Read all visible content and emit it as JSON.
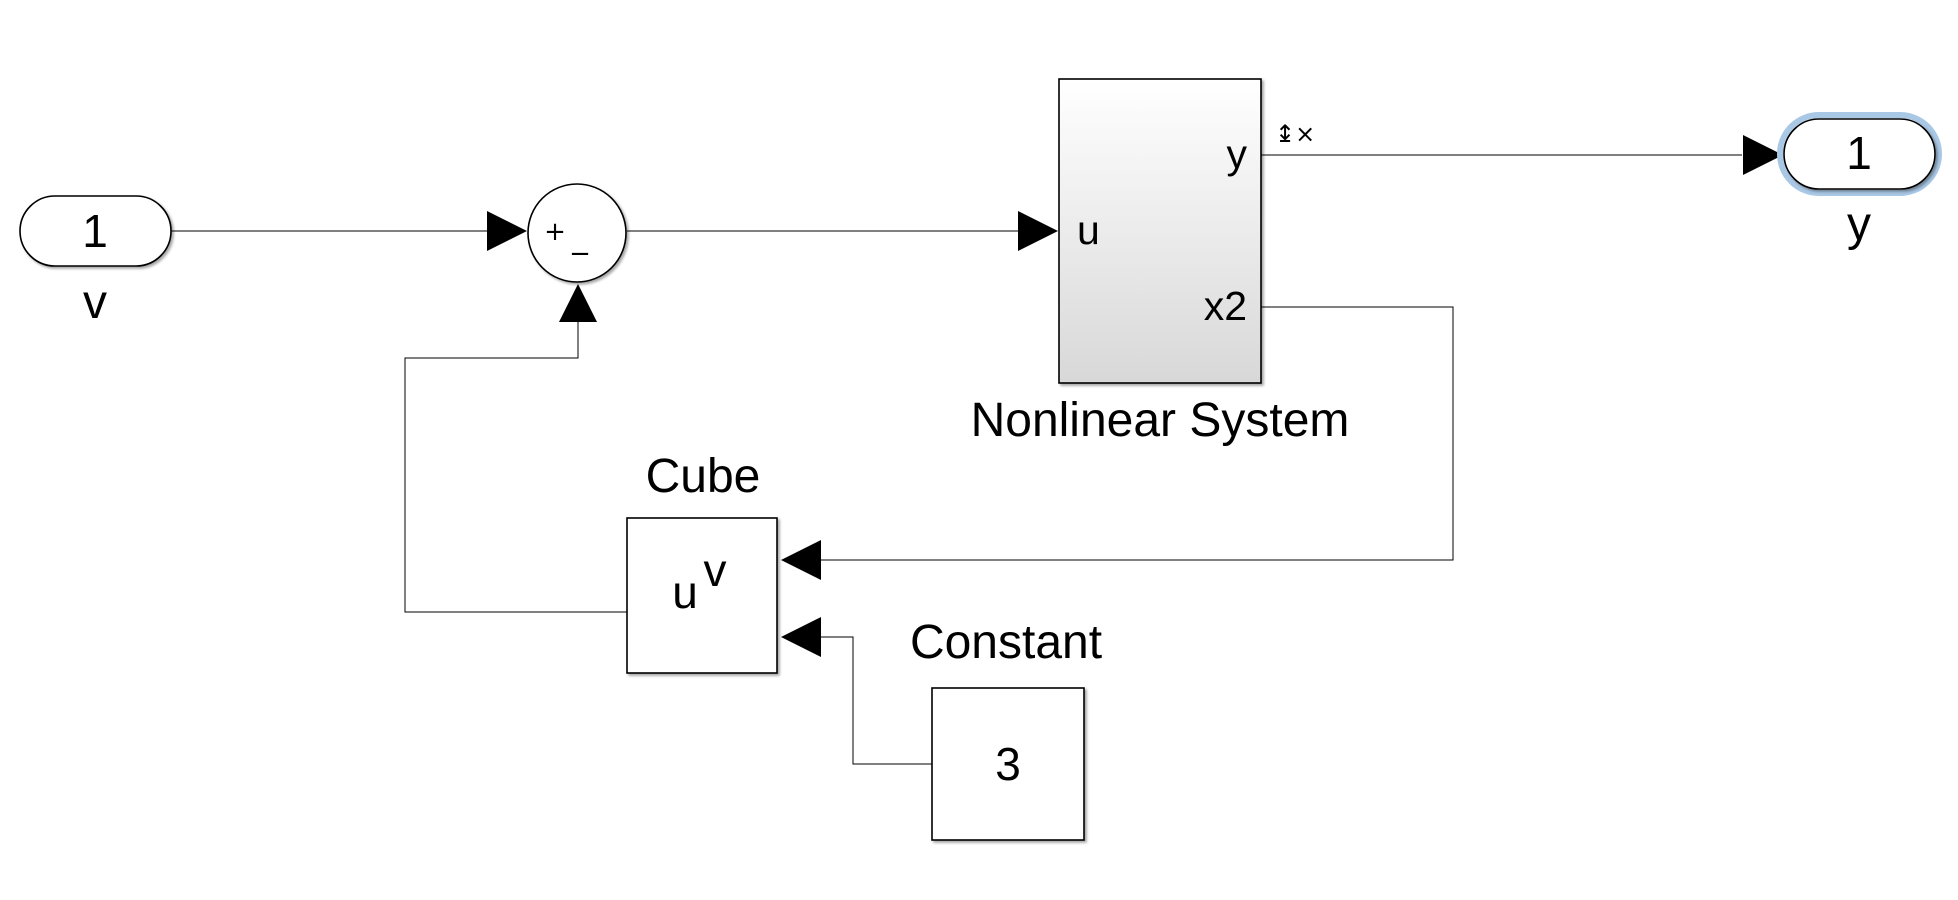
{
  "inport": {
    "number": "1",
    "name": "v"
  },
  "sum": {
    "signs": [
      "+",
      "−"
    ]
  },
  "subsystem": {
    "name": "Nonlinear System",
    "input_port": "u",
    "output_ports": [
      "y",
      "x2"
    ]
  },
  "outport": {
    "number": "1",
    "name": "y"
  },
  "cube": {
    "name": "Cube",
    "base": "u",
    "exponent": "v"
  },
  "constant": {
    "name": "Constant",
    "value": "3"
  },
  "signal_badge": {
    "icon": "signal-logging-icon",
    "glyph": "↨×"
  },
  "colors": {
    "selection_outline": "#a9c8e6",
    "subsystem_gradient_top": "#ffffff",
    "subsystem_gradient_bottom": "#d8d8d8"
  }
}
